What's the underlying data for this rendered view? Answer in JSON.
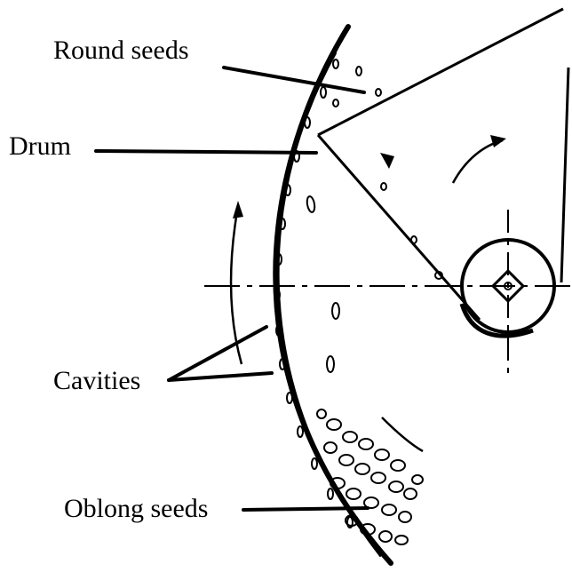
{
  "labels": {
    "round_seeds": "Round seeds",
    "drum": "Drum",
    "cavities": "Cavities",
    "oblong_seeds": "Oblong seeds"
  },
  "colors": {
    "ink": "#000000",
    "background": "#ffffff"
  }
}
